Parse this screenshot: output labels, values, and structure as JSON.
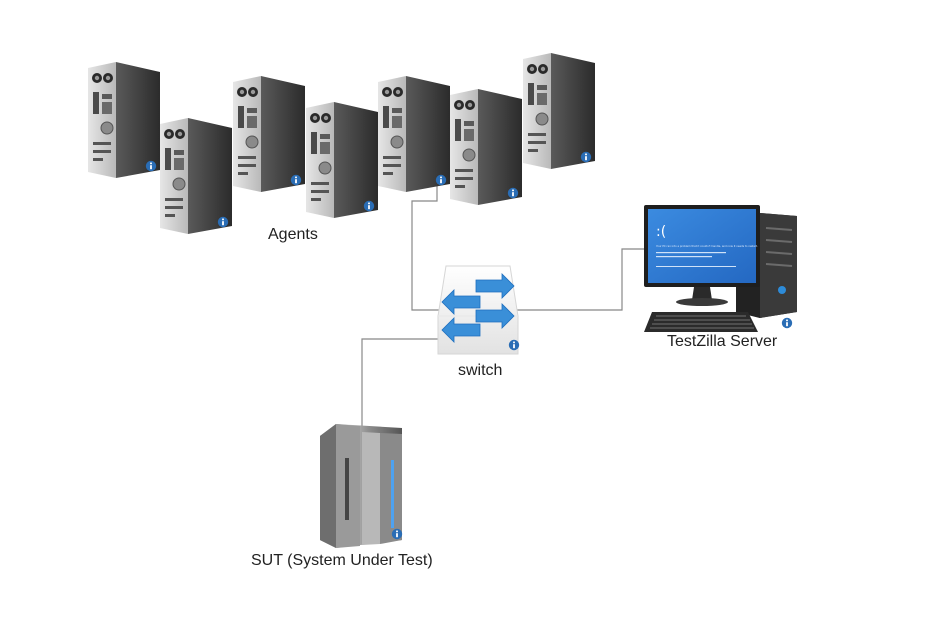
{
  "diagram": {
    "labels": {
      "agents": "Agents",
      "switch": "switch",
      "server": "TestZilla Server",
      "sut": "SUT (System Under Test)"
    },
    "screen": {
      "face": ":(",
      "message": "Your PC ran into a problem that it couldn't handle, and now it needs to restart."
    },
    "nodes": {
      "agents": [
        "agent",
        "agent",
        "agent",
        "agent",
        "agent",
        "agent",
        "agent"
      ],
      "switch": "network-switch",
      "server": "desktop-with-monitor",
      "sut": "mainframe"
    },
    "connections": [
      {
        "from": "agents",
        "to": "switch"
      },
      {
        "from": "switch",
        "to": "server"
      },
      {
        "from": "switch",
        "to": "sut"
      }
    ],
    "colors": {
      "tower_dark": "#3a3a3a",
      "tower_face": "#c8c8c8",
      "info_badge": "#2a6db5",
      "switch_arrow": "#3a8fd8",
      "screen_blue": "#2f7fd6",
      "connector": "#888888"
    }
  }
}
